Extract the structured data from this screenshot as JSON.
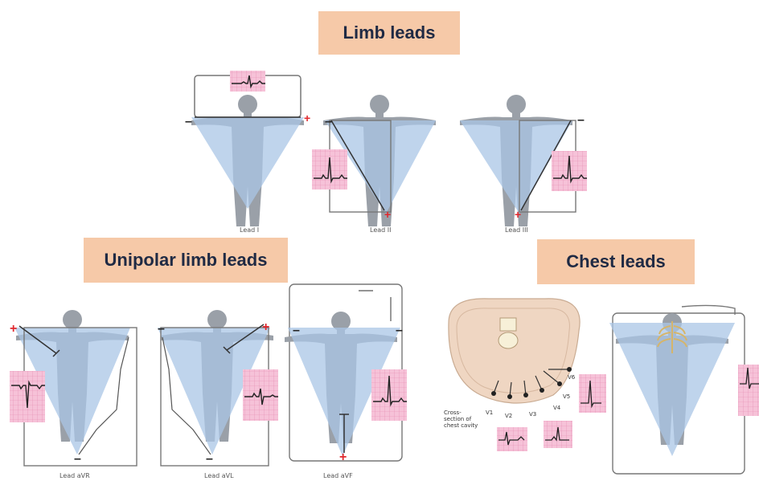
{
  "banners": {
    "limb": "Limb leads",
    "unipolar": "Unipolar limb leads",
    "chest": "Chest leads"
  },
  "lead_labels": {
    "lead_i": "Lead I",
    "lead_ii": "Lead II",
    "lead_iii": "Lead III",
    "lead_avr": "Lead aVR",
    "lead_avl": "Lead aVL",
    "lead_avf": "Lead aVF"
  },
  "chest": {
    "cross_section": "Cross-section of chest cavity",
    "v_labels": [
      "V1",
      "V2",
      "V3",
      "V4",
      "V5",
      "V6"
    ]
  },
  "colors": {
    "banner_bg": "#f6c9a8",
    "banner_text": "#1f2a44",
    "triangle": "#a9c6e6",
    "body": "#9aa0a8",
    "ecg_grid": "#f2b6cf",
    "positive": "#e0282e"
  }
}
